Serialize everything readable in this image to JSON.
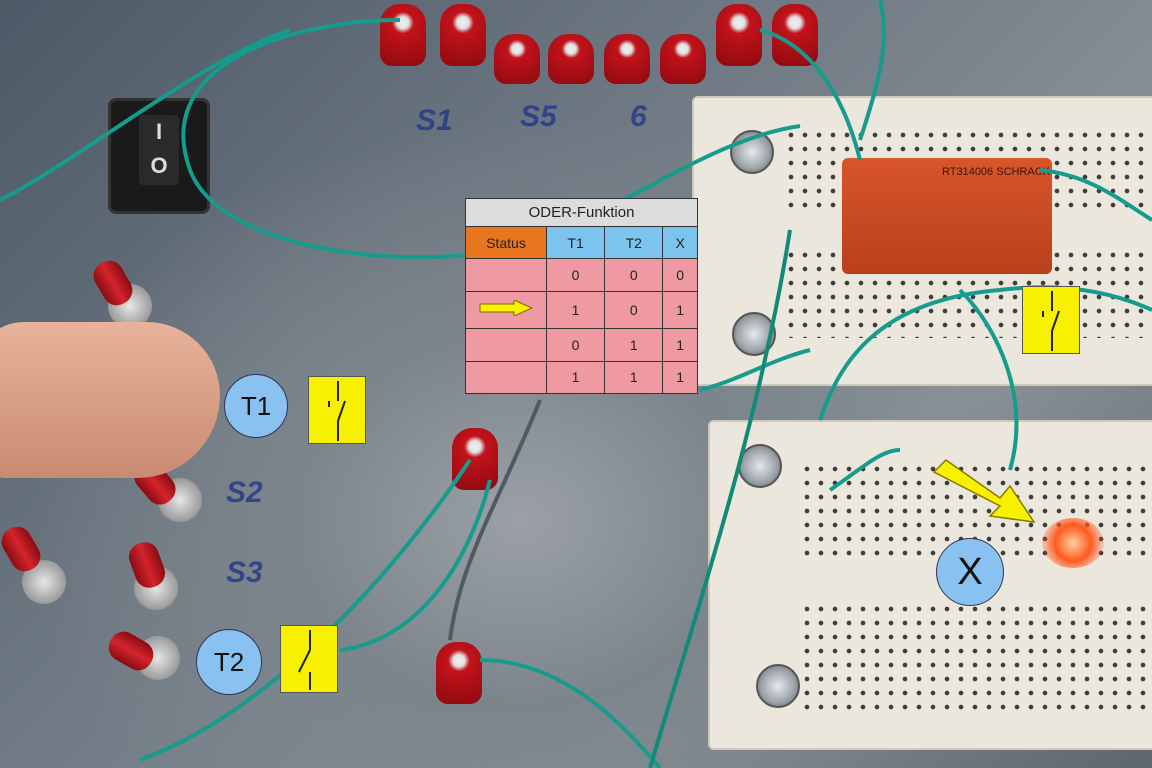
{
  "table": {
    "title": "ODER-Funktion",
    "headers": [
      "Status",
      "T1",
      "T2",
      "X"
    ],
    "rows": [
      {
        "status_arrow": false,
        "T1": "0",
        "T2": "0",
        "X": "0"
      },
      {
        "status_arrow": true,
        "T1": "1",
        "T2": "0",
        "X": "1"
      },
      {
        "status_arrow": false,
        "T1": "0",
        "T2": "1",
        "X": "1"
      },
      {
        "status_arrow": false,
        "T1": "1",
        "T2": "1",
        "X": "1"
      }
    ]
  },
  "labels": {
    "t1": "T1",
    "t2": "T2",
    "x": "X"
  },
  "board_markings": {
    "s1": "S1",
    "s5": "S5",
    "six": "6",
    "s2": "S2",
    "s3": "S3",
    "relay_text": "RT314006 SCHRACK"
  },
  "rocker": {
    "on": "I",
    "off": "O"
  },
  "colors": {
    "arrow": "#f7f000",
    "circle": "#89c2f0",
    "status_header": "#e8761e",
    "col_header": "#7cc4ee",
    "cell": "#ef9aa2"
  }
}
